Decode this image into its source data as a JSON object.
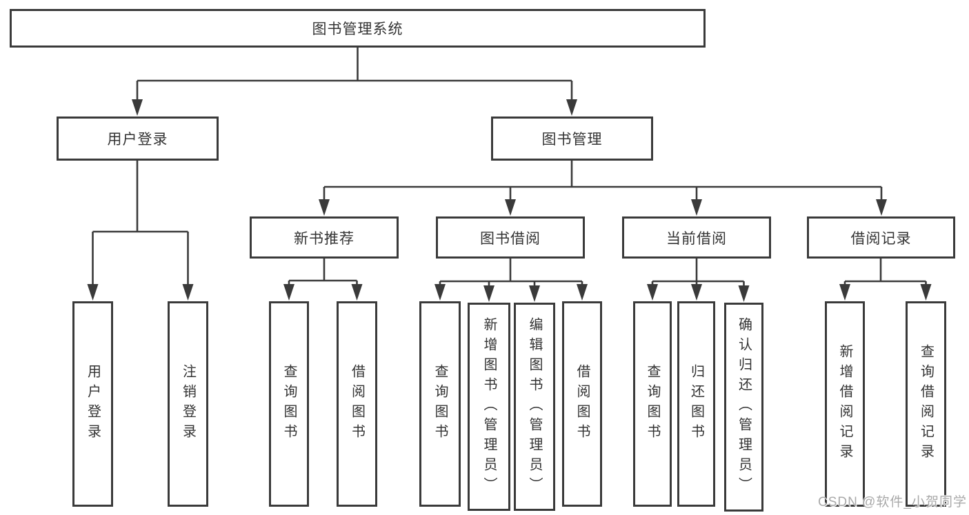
{
  "tree": {
    "label": "图书管理系统",
    "children": [
      {
        "label": "用户登录",
        "children": [
          {
            "label": "用户登录"
          },
          {
            "label": "注销登录"
          }
        ]
      },
      {
        "label": "图书管理",
        "children": [
          {
            "label": "新书推荐",
            "children": [
              {
                "label": "查询图书"
              },
              {
                "label": "借阅图书"
              }
            ]
          },
          {
            "label": "图书借阅",
            "children": [
              {
                "label": "查询图书"
              },
              {
                "label": "新增图书（管理员）"
              },
              {
                "label": "编辑图书（管理员）"
              },
              {
                "label": "借阅图书"
              }
            ]
          },
          {
            "label": "当前借阅",
            "children": [
              {
                "label": "查询图书"
              },
              {
                "label": "归还图书"
              },
              {
                "label": "确认归还（管理员）"
              }
            ]
          },
          {
            "label": "借阅记录",
            "children": [
              {
                "label": "新增借阅记录"
              },
              {
                "label": "查询借阅记录"
              }
            ]
          }
        ]
      }
    ]
  },
  "watermark": {
    "text": "CSDN @软件_小贺同学"
  },
  "colors": {
    "line": "#3a3a3a",
    "box_border": "#3a3a3a",
    "text": "#333333",
    "background": "#ffffff",
    "watermark": "#a9a9a9"
  }
}
